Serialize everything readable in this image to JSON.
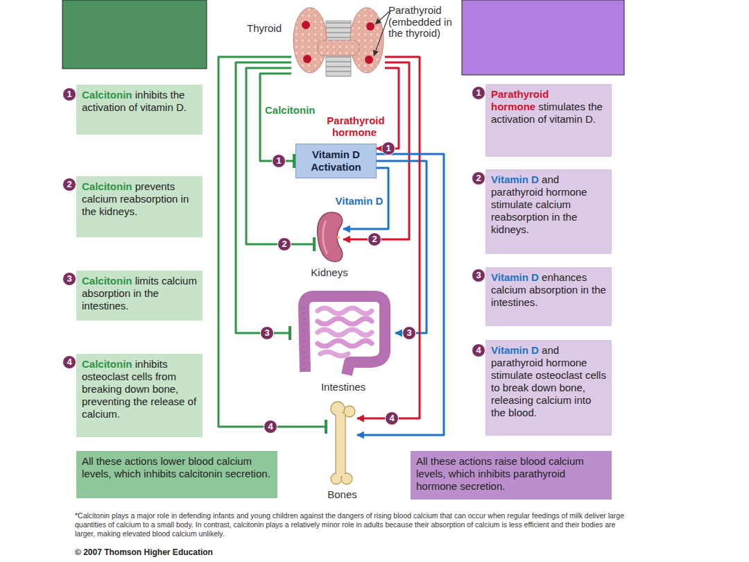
{
  "diagram": {
    "caption": "*Calcitonin plays a major role in defending infants and young children against the dangers of rising blood calcium that can occur when regular feedings of milk deliver large quantities of calcium to a small body. In contrast, calcitonin plays a relatively minor role in adults because their absorption of calcium is less efficient and their bodies are larger, making elevated blood calcium unlikely.",
    "nodes": [
      {
        "text": [
          "Thyroid",
          "Parathyroid (embedded in the thyroid)"
        ]
      },
      {
        "text": [
          "Vitamin D Activation"
        ]
      },
      {
        "text": [
          "Kidneys"
        ]
      },
      {
        "text": [
          "Intestines"
        ]
      },
      {
        "text": [
          "Bones"
        ]
      },
      {
        "text": [
          "Calcitonin",
          "inhibits the activation of vitamin D."
        ]
      },
      {
        "text": [
          "Calcitonin",
          "prevents calcium reabsorption in the kidneys."
        ]
      },
      {
        "text": [
          "Calcitonin",
          "limits calcium absorption in the intestines."
        ]
      },
      {
        "text": [
          "Calcitonin",
          "inhibits osteoclast cells from breaking down bone, preventing the release of calcium."
        ]
      },
      {
        "text": [
          "Parathyroid hormone",
          "stimulates the activation of vitamin D."
        ]
      },
      {
        "text": [
          "Vitamin D",
          "and parathyroid hormone stimulate calcium reabsorption in the kidneys."
        ]
      },
      {
        "text": [
          "Vitamin D",
          "enhances calcium absorption in the intestines."
        ]
      },
      {
        "text": [
          "Vitamin D",
          "and parathyroid hormone stimulate osteoclast cells to break down bone, releasing calcium into the blood."
        ]
      },
      {
        "text": [
          "All these actions lower blood calcium levels, which inhibits calcitonin secretion."
        ]
      },
      {
        "text": [
          "All these actions raise blood calcium levels, which inhibits parathyroid hormone secretion."
        ]
      }
    ],
    "edges": [
      {
        "from": 0,
        "to": 1,
        "arrow": "to",
        "label": "Calcitonin"
      },
      {
        "from": 0,
        "to": 1,
        "arrow": "to",
        "label": "Parathyroid hormone"
      },
      {
        "from": 0,
        "to": 2,
        "arrow": "to"
      },
      {
        "from": 0,
        "to": 2,
        "arrow": "to"
      },
      {
        "from": 1,
        "to": 2,
        "arrow": "to",
        "label": "Vitamin D"
      },
      {
        "from": 0,
        "to": 3,
        "arrow": "to"
      },
      {
        "from": 1,
        "to": 3,
        "arrow": "to"
      },
      {
        "from": 0,
        "to": 4,
        "arrow": "to"
      },
      {
        "from": 0,
        "to": 4,
        "arrow": "to"
      },
      {
        "from": 1,
        "to": 4,
        "arrow": "to"
      }
    ],
    "labels": [
      "1",
      "1",
      "1",
      "1",
      "2",
      "2",
      "2",
      "2",
      "3",
      "3",
      "3",
      "3",
      "4",
      "4",
      "4",
      "4",
      "© 2007 Thomson Higher Education"
    ]
  }
}
